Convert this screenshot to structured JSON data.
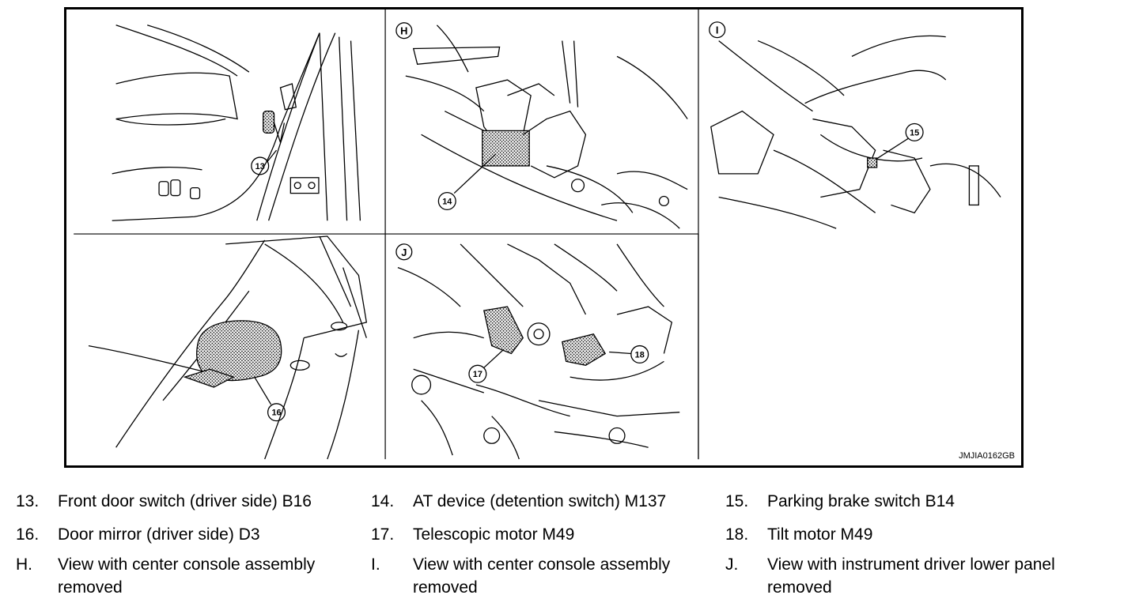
{
  "figure": {
    "code": "JMJIA0162GB",
    "panel_letters": [
      "H",
      "I",
      "J"
    ],
    "callouts": [
      "13",
      "14",
      "15",
      "16",
      "17",
      "18"
    ]
  },
  "legend": [
    {
      "num": "13.",
      "text": "Front door switch (driver side) B16"
    },
    {
      "num": "14.",
      "text": "AT device (detention switch) M137"
    },
    {
      "num": "15.",
      "text": "Parking brake switch B14"
    },
    {
      "num": "16.",
      "text": "Door mirror (driver side) D3"
    },
    {
      "num": "17.",
      "text": "Telescopic motor M49"
    },
    {
      "num": "18.",
      "text": "Tilt motor M49"
    },
    {
      "num": "H.",
      "text": "View with center console assembly removed"
    },
    {
      "num": "I.",
      "text": "View with center console assembly removed"
    },
    {
      "num": "J.",
      "text": "View with instrument driver lower panel removed"
    }
  ]
}
